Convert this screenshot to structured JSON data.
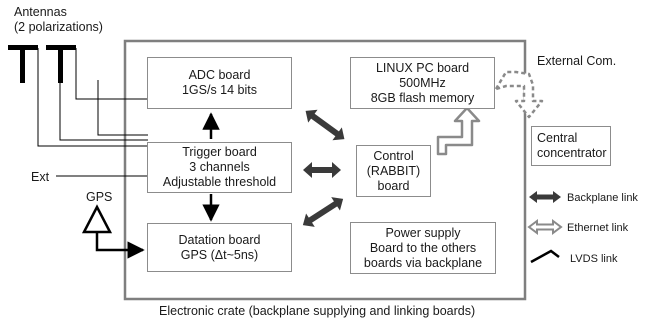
{
  "antennas": {
    "line1": "Antennas",
    "line2": "(2 polarizations)"
  },
  "external_com": "External Com.",
  "ext_input": "Ext",
  "gps_label": "GPS",
  "boards": {
    "adc": {
      "line1": "ADC board",
      "line2": "1GS/s 14 bits"
    },
    "linux_pc": {
      "line1": "LINUX PC board",
      "line2": "500MHz",
      "line3": "8GB flash memory"
    },
    "trigger": {
      "line1": "Trigger board",
      "line2": "3 channels",
      "line3": "Adjustable threshold"
    },
    "control": {
      "line1": "Control",
      "line2": "(RABBIT)",
      "line3": "board"
    },
    "datation": {
      "line1": "Datation board",
      "line2": "GPS (Δt~5ns)"
    },
    "power": {
      "line1": "Power supply",
      "line2": "Board to the others",
      "line3": "boards via backplane"
    },
    "central": {
      "line1": "Central",
      "line2": "concentrator"
    }
  },
  "legend": {
    "backplane": "Backplane link",
    "ethernet": "Ethernet link",
    "lvds": "LVDS link"
  },
  "crate_caption": "Electronic crate (backplane supplying and linking boards)",
  "colors": {
    "crate_border": "#7f7f7f",
    "box_border": "#8c8c8c",
    "backplane_arrow": "#3a3a3a",
    "ethernet_arrow": "#8a8a8a",
    "line": "#000000"
  }
}
